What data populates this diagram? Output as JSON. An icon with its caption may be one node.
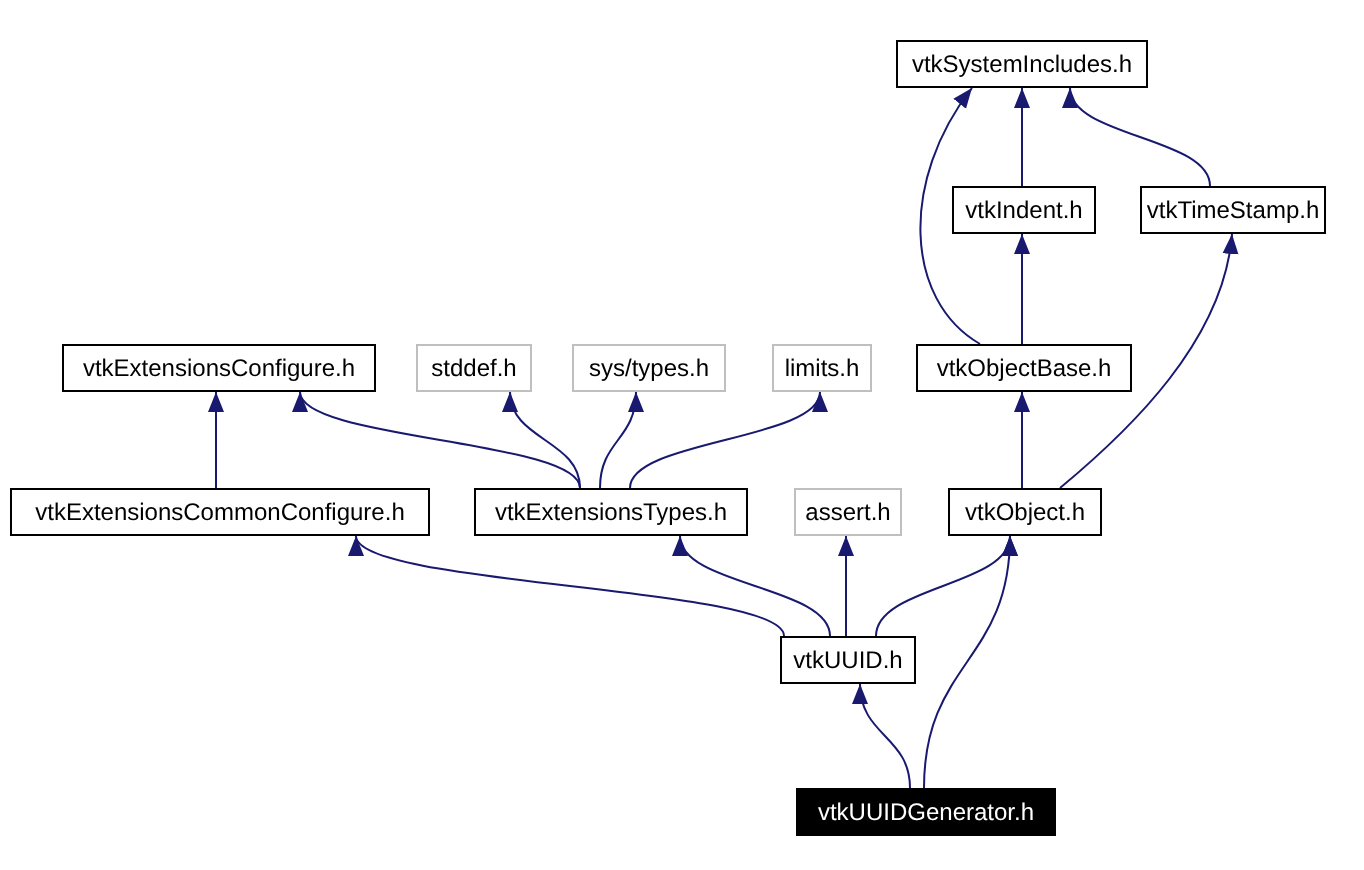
{
  "diagram": {
    "nodes": [
      {
        "text": [
          "vtkSystemIncludes.h"
        ]
      },
      {
        "text": [
          "vtkIndent.h"
        ]
      },
      {
        "text": [
          "vtkTimeStamp.h"
        ]
      },
      {
        "text": [
          "vtkExtensionsConfigure.h"
        ]
      },
      {
        "text": [
          "stddef.h"
        ]
      },
      {
        "text": [
          "sys/types.h"
        ]
      },
      {
        "text": [
          "limits.h"
        ]
      },
      {
        "text": [
          "vtkObjectBase.h"
        ]
      },
      {
        "text": [
          "vtkExtensionsCommonConfigure.h"
        ]
      },
      {
        "text": [
          "vtkExtensionsTypes.h"
        ]
      },
      {
        "text": [
          "assert.h"
        ]
      },
      {
        "text": [
          "vtkObject.h"
        ]
      },
      {
        "text": [
          "vtkUUID.h"
        ]
      },
      {
        "text": [
          "vtkUUIDGenerator.h"
        ]
      }
    ],
    "edges": [
      {
        "from": 13,
        "to": 12,
        "arrow": "to"
      },
      {
        "from": 13,
        "to": 11,
        "arrow": "to"
      },
      {
        "from": 12,
        "to": 8,
        "arrow": "to"
      },
      {
        "from": 12,
        "to": 9,
        "arrow": "to"
      },
      {
        "from": 12,
        "to": 10,
        "arrow": "to"
      },
      {
        "from": 12,
        "to": 11,
        "arrow": "to"
      },
      {
        "from": 9,
        "to": 3,
        "arrow": "to"
      },
      {
        "from": 9,
        "to": 4,
        "arrow": "to"
      },
      {
        "from": 9,
        "to": 5,
        "arrow": "to"
      },
      {
        "from": 9,
        "to": 6,
        "arrow": "to"
      },
      {
        "from": 8,
        "to": 3,
        "arrow": "to"
      },
      {
        "from": 11,
        "to": 7,
        "arrow": "to"
      },
      {
        "from": 11,
        "to": 2,
        "arrow": "to"
      },
      {
        "from": 7,
        "to": 0,
        "arrow": "to"
      },
      {
        "from": 7,
        "to": 1,
        "arrow": "to"
      },
      {
        "from": 1,
        "to": 0,
        "arrow": "to"
      },
      {
        "from": 2,
        "to": 0,
        "arrow": "to"
      }
    ]
  }
}
